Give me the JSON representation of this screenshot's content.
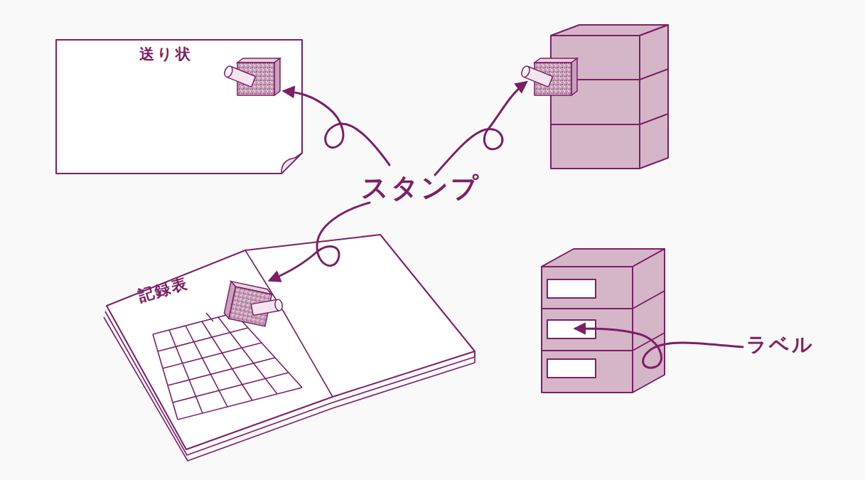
{
  "diagram": {
    "nodes": [
      {
        "text": [
          "送り状"
        ]
      },
      {
        "text": [
          "記録表"
        ]
      }
    ],
    "labels": [
      "スタンプ",
      "ラベル"
    ]
  }
}
